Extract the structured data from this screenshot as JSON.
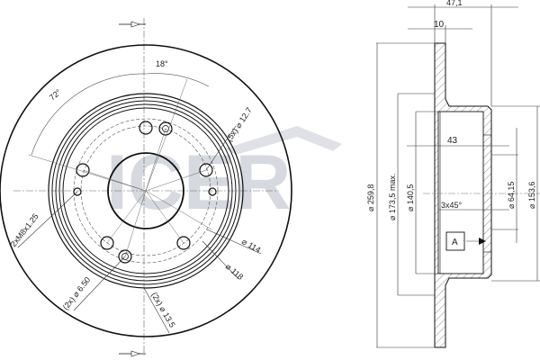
{
  "watermark": {
    "text": "ICER",
    "color": "#c9cdd6"
  },
  "front_view": {
    "angles": {
      "a1": "18°",
      "a2": "72°"
    },
    "labels": {
      "thread": "2xM8x1.25",
      "holes_a": "(5x) ⌀ 12.7",
      "holes_b": "(2x) ⌀ 6.50",
      "holes_c": "(2x) ⌀ 13.5",
      "d114": "⌀ 114",
      "d118": "⌀ 118"
    }
  },
  "side_view": {
    "top_dim": "47,1",
    "thickness": "10",
    "depth": "43",
    "chamfer": "3x45°",
    "datum": "A",
    "diameters": {
      "outer": "⌀ 259,8",
      "max": "⌀ 173,5 max.",
      "hat": "⌀ 140,5",
      "bore": "⌀ 64,15",
      "hub": "⌀ 153,6"
    }
  }
}
